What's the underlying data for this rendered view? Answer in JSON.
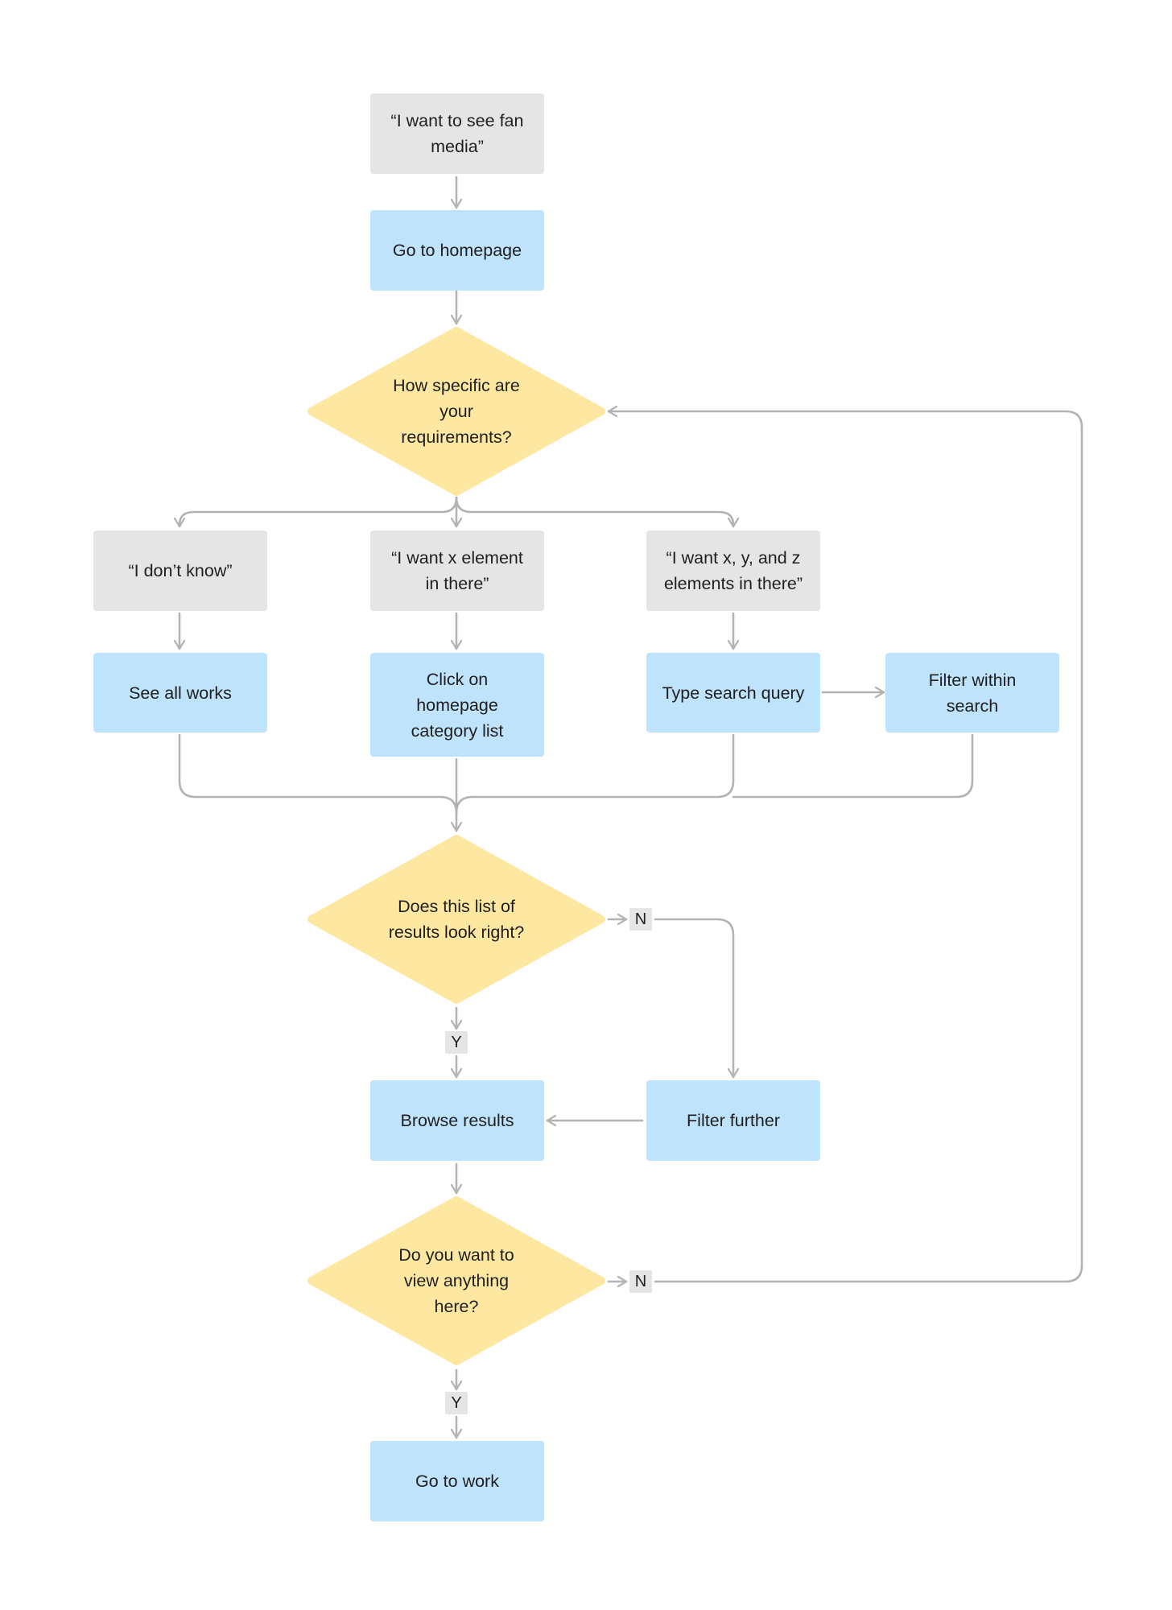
{
  "colors": {
    "quote_box": "#e5e5e5",
    "action_box": "#bfe3fb",
    "decision_diamond": "#fde7a1",
    "connector": "#b3b3b3"
  },
  "nodes": {
    "start": "“I want to see fan\nmedia”",
    "go_home": "Go to homepage",
    "decision_specific": "How specific are\nyour\nrequirements?",
    "dont_know": "“I don’t know”",
    "want_x": "“I want x element\nin there”",
    "want_xyz": "“I want x, y, and z\nelements in there”",
    "see_all": "See all works",
    "click_category": "Click on\nhomepage\ncategory list",
    "type_query": "Type search query",
    "filter_within": "Filter within\nsearch",
    "decision_results": "Does this list of\nresults look right?",
    "browse_results": "Browse results",
    "filter_further": "Filter further",
    "decision_view": "Do you want to\nview anything\nhere?",
    "go_to_work": "Go to work"
  },
  "labels": {
    "results_no": "N",
    "results_yes": "Y",
    "view_no": "N",
    "view_yes": "Y"
  }
}
